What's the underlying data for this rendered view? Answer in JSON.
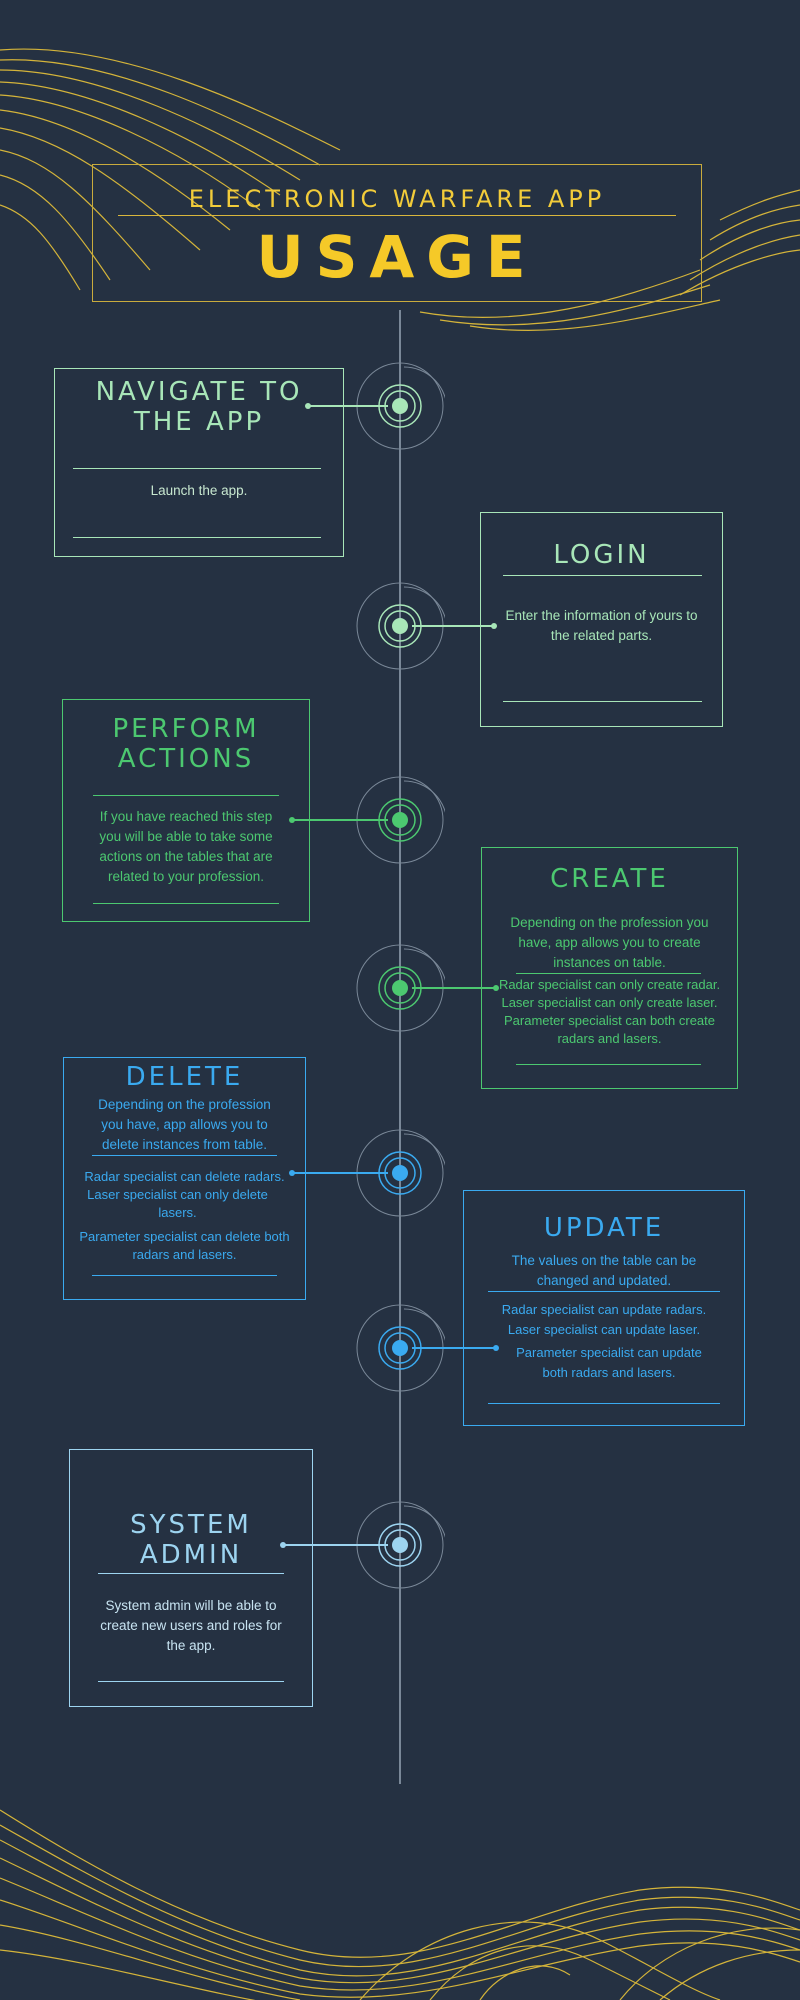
{
  "header": {
    "subtitle": "ELECTRONIC WARFARE APP",
    "title": "USAGE"
  },
  "colors": {
    "background": "#253142",
    "gold": "#f2cc3a",
    "mint": "#a8e6b8",
    "green": "#4cc870",
    "blue": "#3aaaf0",
    "light_blue": "#9dd4f0",
    "timeline": "#7a8898"
  },
  "steps": [
    {
      "title_1": "NAVIGATE TO",
      "title_2": "THE APP",
      "text": "Launch the app."
    },
    {
      "title": "LOGIN",
      "text_1": "Enter the information of yours to",
      "text_2": "the related parts."
    },
    {
      "title_1": "PERFORM",
      "title_2": "ACTIONS",
      "text_1": "If you have reached this step",
      "text_2": "you will be able to take some",
      "text_3": "actions on the tables that are",
      "text_4": "related to your profession."
    },
    {
      "title": "CREATE",
      "text_1": "Depending on the profession you",
      "text_2": "have, app allows you to create",
      "text_3": "instances on table.",
      "b1": "Radar specialist can only create radar.",
      "b2": "Laser specialist can only create laser.",
      "b3_1": "Parameter specialist can both create",
      "b3_2": "radars and lasers."
    },
    {
      "title": "DELETE",
      "text_1": "Depending on the profession",
      "text_2": "you have, app allows you to",
      "text_3": "delete instances from table.",
      "b1": "Radar specialist can delete radars.",
      "b2_1": "Laser specialist can only delete",
      "b2_2": "lasers.",
      "b3_1": "Parameter specialist can delete both",
      "b3_2": "radars and lasers."
    },
    {
      "title": "UPDATE",
      "text_1": "The values on the table can be",
      "text_2": "changed and updated.",
      "b1": "Radar specialist can update radars.",
      "b2": "Laser specialist can update laser.",
      "b3_1": "Parameter specialist can update",
      "b3_2": "both radars and lasers."
    },
    {
      "title_1": "SYSTEM",
      "title_2": "ADMIN",
      "text_1": "System admin will be able to",
      "text_2": "create new users and roles for",
      "text_3": "the app."
    }
  ]
}
